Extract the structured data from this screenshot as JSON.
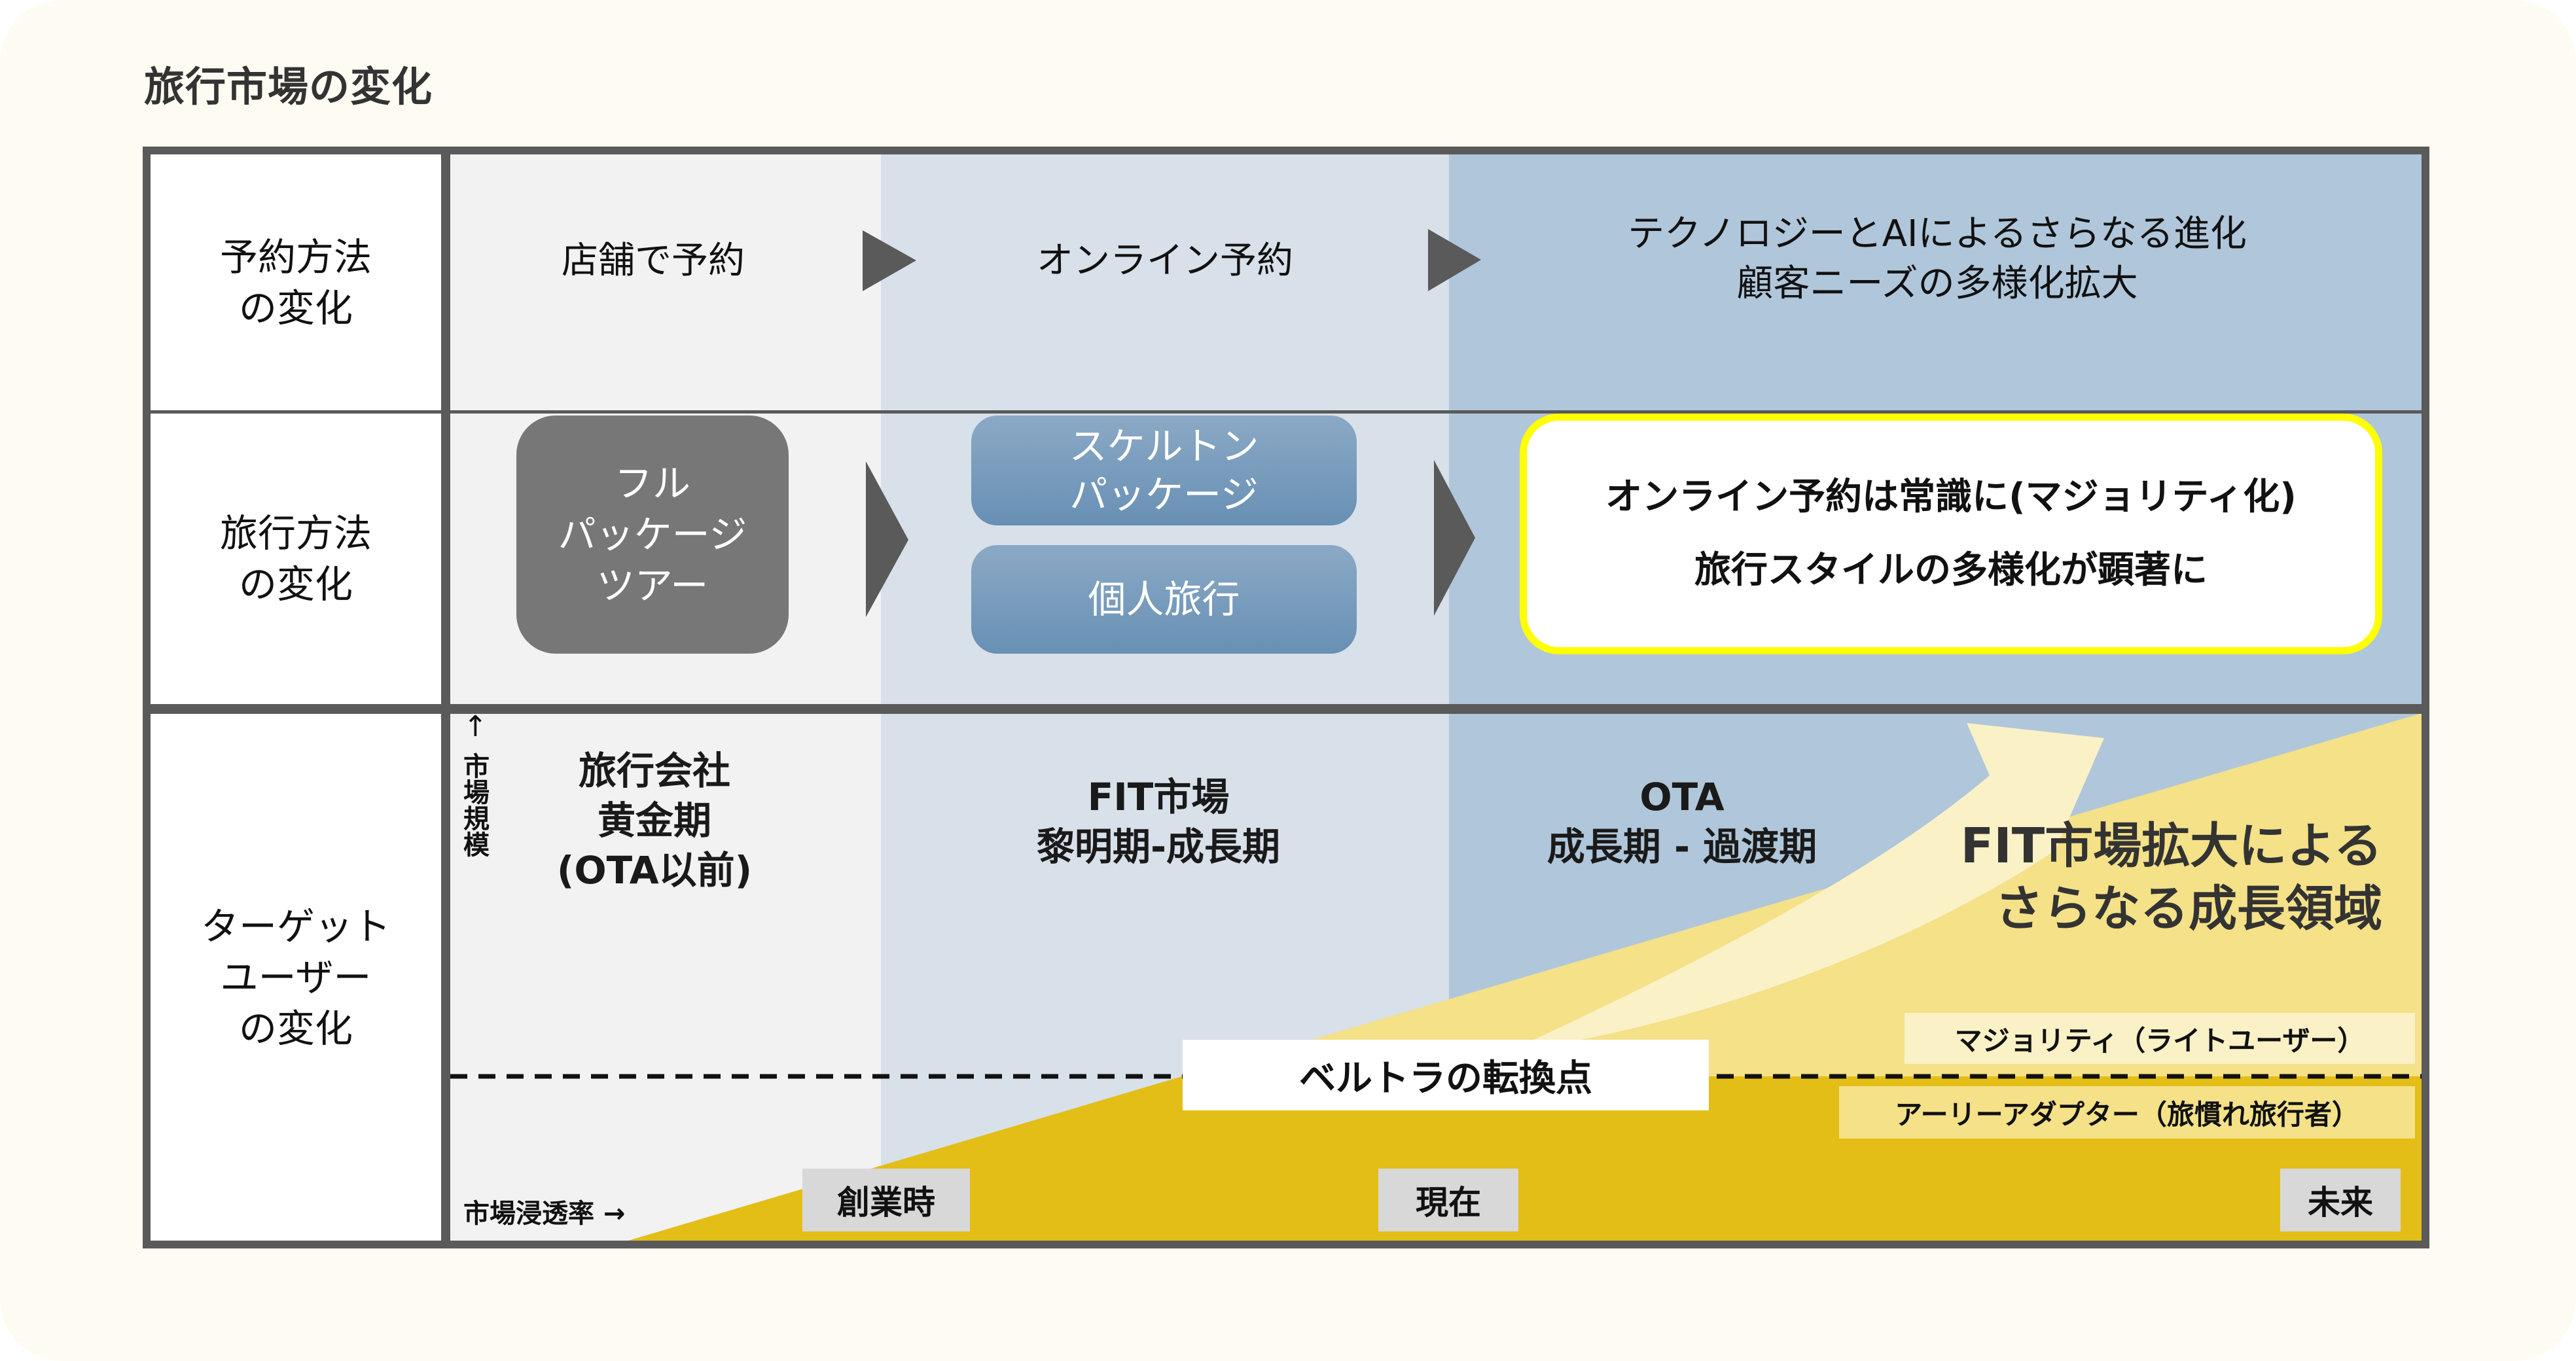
{
  "title": "旅行市場の変化",
  "rows": {
    "booking": {
      "label": "予約方法\nの変化",
      "stages": [
        "店舗で予約",
        "オンライン予約",
        "テクノロジーとAIによるさらなる進化\n顧客ニーズの多様化拡大"
      ]
    },
    "travel": {
      "label": "旅行方法\nの変化",
      "full_package": "フル\nパッケージ\nツアー",
      "skeleton_package": "スケルトン\nパッケージ",
      "individual_travel": "個人旅行",
      "highlight": "オンライン予約は常識に(マジョリティ化)\n旅行スタイルの多様化が顕著に"
    },
    "target": {
      "label": "ターゲット\nユーザー\nの変化",
      "y_axis_label": "市場規模",
      "x_axis_label": "市場浸透率 →",
      "up_arrow": "↑",
      "phases": [
        "旅行会社\n黄金期\n(OTA以前)",
        "FIT市場\n黎明期-成長期",
        "OTA\n成長期 - 過渡期"
      ],
      "growth_text": "FIT市場拡大による\nさらなる成長領域",
      "turning_point": "ベルトラの転換点",
      "majority": "マジョリティ（ライトユーザー）",
      "early_adopter": "アーリーアダプター（旅慣れ旅行者）",
      "timeline": [
        "創業時",
        "現在",
        "未来"
      ]
    }
  },
  "colors": {
    "card_bg": "#FEFBF2",
    "border": "#5A5A5A",
    "band1": "#F2F2F2",
    "band2": "#D8E0E9",
    "band3": "#B0C6DA",
    "gold": "#E3BE16",
    "light_yellow": "#F4E188",
    "pale_yellow": "#FAF1C6",
    "highlight_border": "#FFFF00"
  }
}
